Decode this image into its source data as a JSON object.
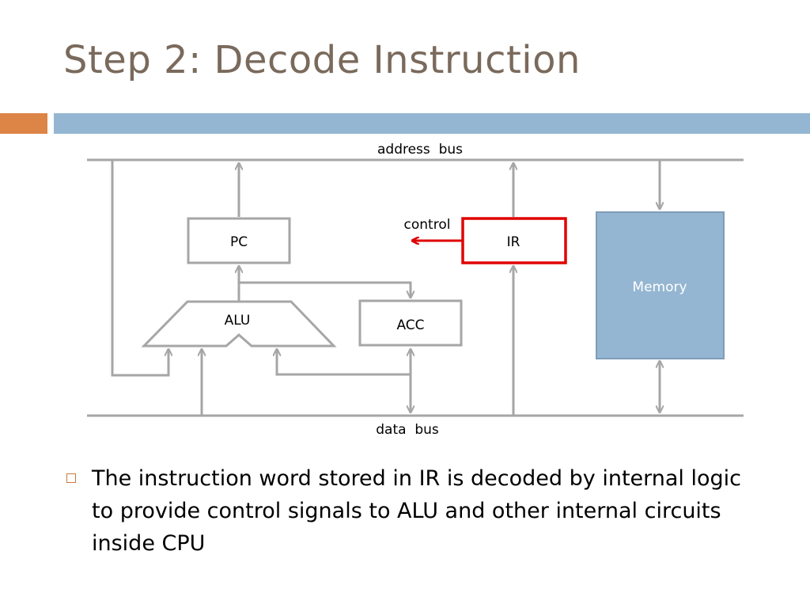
{
  "slide": {
    "title": "Step 2: Decode Instruction",
    "accent_colors": {
      "orange": "#dd8447",
      "blue": "#94b6d2"
    }
  },
  "diagram": {
    "address_bus_label": "address  bus",
    "data_bus_label": "data  bus",
    "control_label": "control",
    "pc_label": "PC",
    "ir_label": "IR",
    "alu_label": "ALU",
    "acc_label": "ACC",
    "memory_label": "Memory",
    "colors": {
      "line": "#a6a6a6",
      "highlight": "#e00000",
      "memory_fill": "#94b6d2"
    }
  },
  "bullet": {
    "text": "The instruction word stored in IR is decoded by internal logic to provide control signals to ALU and other internal circuits inside CPU"
  }
}
